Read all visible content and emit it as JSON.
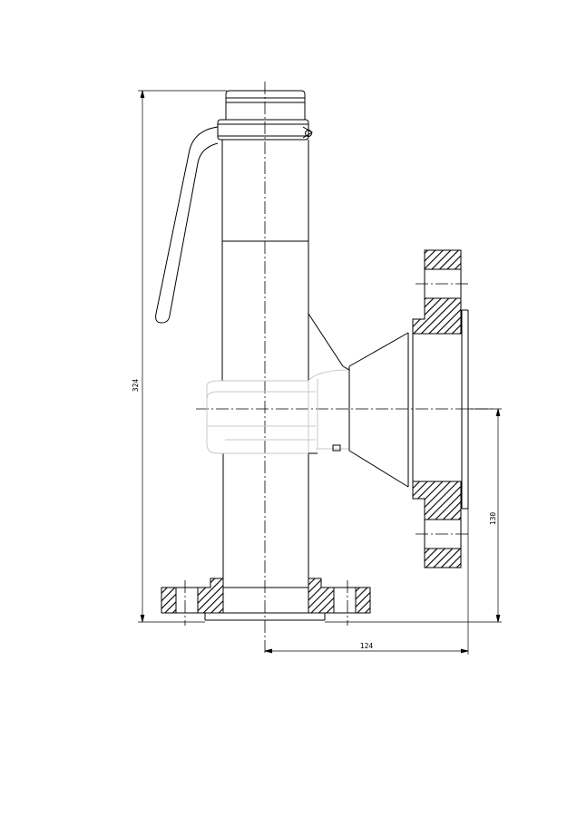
{
  "dimensions": {
    "height_label": "324",
    "outlet_height_label": "130",
    "horizontal_label": "124"
  },
  "colors": {
    "line": "#000000",
    "faint": "#c8c8c8",
    "hatch": "#000000",
    "background": "#ffffff"
  }
}
